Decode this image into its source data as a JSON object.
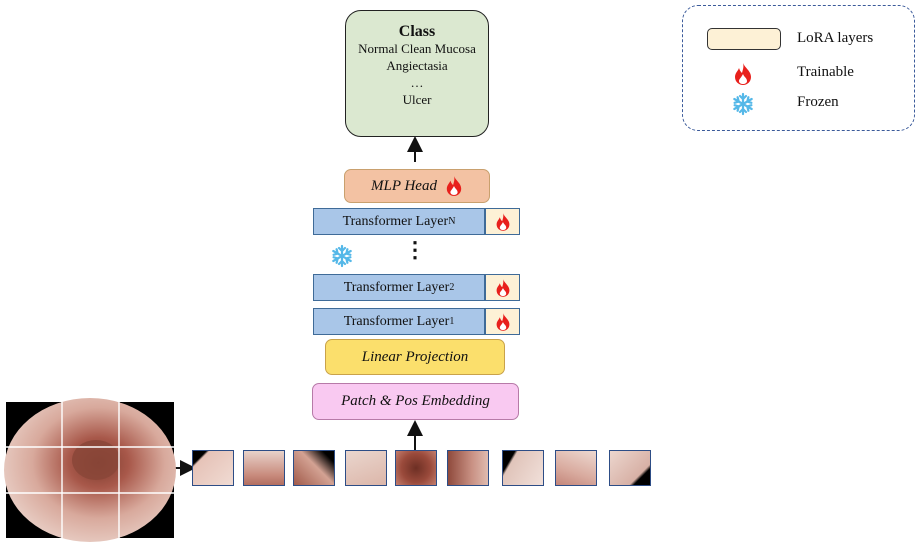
{
  "class_box": {
    "title": "Class",
    "lines": [
      "Normal Clean Mucosa",
      "Angiectasia",
      "…",
      "Ulcer"
    ]
  },
  "mlp_head": {
    "label": "MLP Head"
  },
  "transformer_layers": {
    "prefix": "Transformer Layer",
    "subscripts": [
      "N",
      "2",
      "1"
    ],
    "ellipsis": "⋮"
  },
  "linear_projection": {
    "label": "Linear Projection"
  },
  "patch_embedding": {
    "label": "Patch & Pos Embedding"
  },
  "legend": {
    "items": [
      {
        "label": "LoRA layers",
        "icon": "lora-swatch"
      },
      {
        "label": "Trainable",
        "icon": "flame-icon"
      },
      {
        "label": "Frozen",
        "icon": "snowflake-icon"
      }
    ]
  },
  "colors": {
    "class_bg": "#dbe8d0",
    "mlp_bg": "#f3c2a3",
    "transformer_bg": "#a9c6e8",
    "lora_bg": "#fdf1d6",
    "linear_bg": "#fbdf6c",
    "patch_bg": "#f9c9f1",
    "flame": "#e8201c",
    "snowflake": "#55b8e8"
  },
  "image": {
    "grid": "3x3 patches",
    "patch_count": 9
  }
}
